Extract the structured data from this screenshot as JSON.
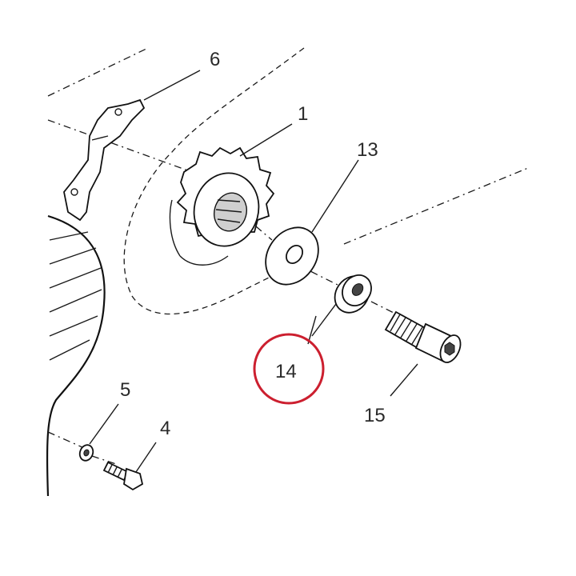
{
  "labels": {
    "part_1": "1",
    "part_4": "4",
    "part_5": "5",
    "part_6": "6",
    "part_13": "13",
    "part_14": "14",
    "part_15": "15"
  },
  "highlighted_part": "14",
  "colors": {
    "highlight": "#cc1f2f",
    "line": "#111111",
    "background": "#ffffff"
  }
}
